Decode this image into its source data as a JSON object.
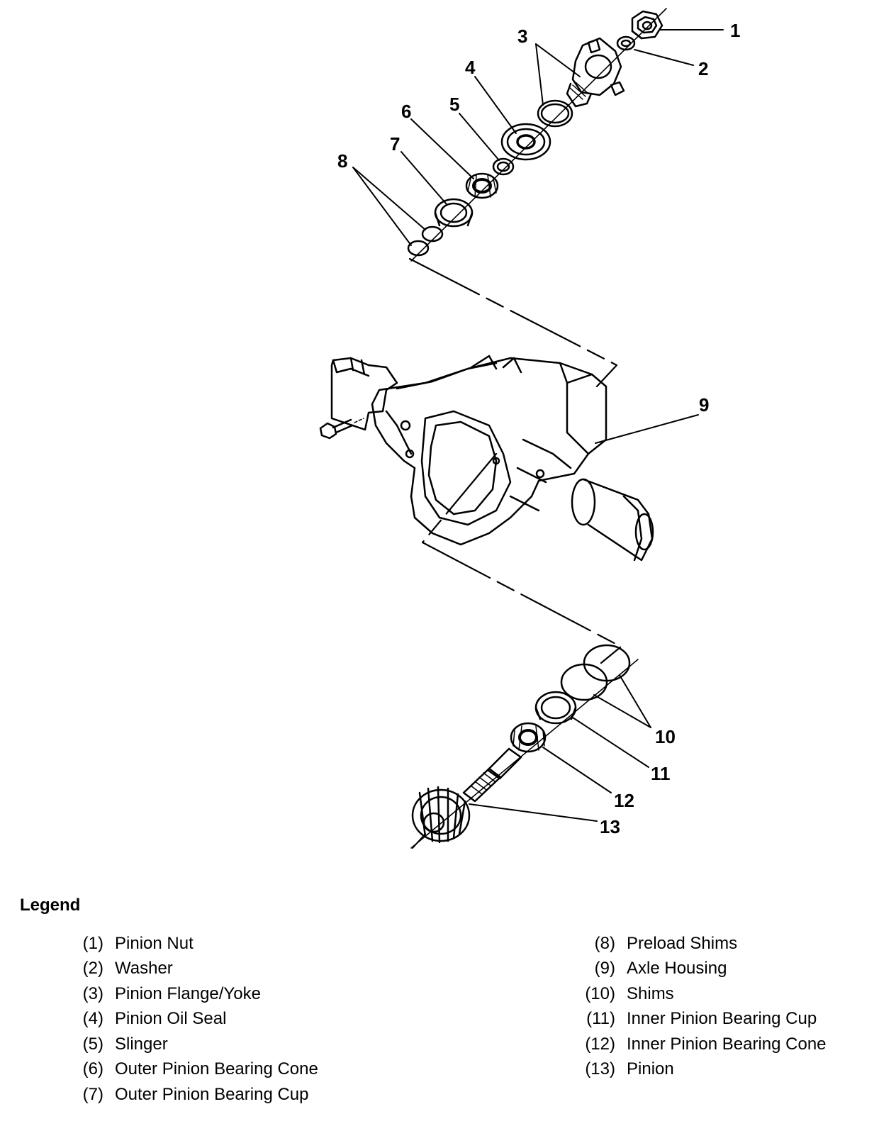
{
  "callouts": [
    "1",
    "2",
    "3",
    "4",
    "5",
    "6",
    "7",
    "8",
    "9",
    "10",
    "11",
    "12",
    "13"
  ],
  "legend": {
    "title": "Legend",
    "left": [
      {
        "num": "(1)",
        "label": "Pinion Nut"
      },
      {
        "num": "(2)",
        "label": "Washer"
      },
      {
        "num": "(3)",
        "label": "Pinion Flange/Yoke"
      },
      {
        "num": "(4)",
        "label": "Pinion Oil Seal"
      },
      {
        "num": "(5)",
        "label": "Slinger"
      },
      {
        "num": "(6)",
        "label": "Outer Pinion Bearing Cone"
      },
      {
        "num": "(7)",
        "label": "Outer Pinion Bearing Cup"
      }
    ],
    "right": [
      {
        "num": "(8)",
        "label": "Preload Shims"
      },
      {
        "num": "(9)",
        "label": "Axle Housing"
      },
      {
        "num": "(10)",
        "label": "Shims"
      },
      {
        "num": "(11)",
        "label": "Inner Pinion Bearing Cup"
      },
      {
        "num": "(12)",
        "label": "Inner Pinion Bearing Cone"
      },
      {
        "num": "(13)",
        "label": "Pinion"
      }
    ]
  }
}
